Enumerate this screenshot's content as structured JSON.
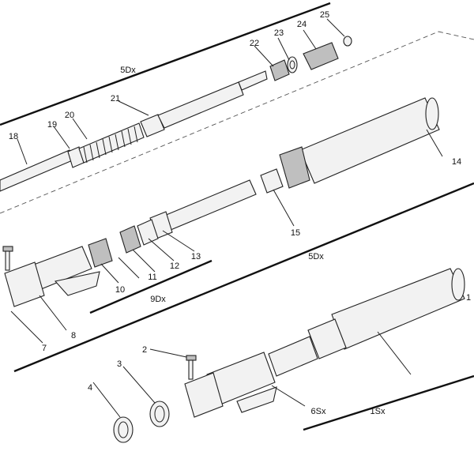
{
  "labels": {
    "p1": "1",
    "p2": "2",
    "p3": "3",
    "p4": "4",
    "p7": "7",
    "p8": "8",
    "p10": "10",
    "p11": "11",
    "p12": "12",
    "p13": "13",
    "p14": "14",
    "p15": "15",
    "p18": "18",
    "p19": "19",
    "p20": "20",
    "p21": "21",
    "p22": "22",
    "p23": "23",
    "p24": "24",
    "p25": "25",
    "g5dx_top": "5Dx",
    "g5dx_mid": "5Dx",
    "g9dx": "9Dx",
    "g6sx": "6Sx",
    "g1sx": "1Sx"
  }
}
